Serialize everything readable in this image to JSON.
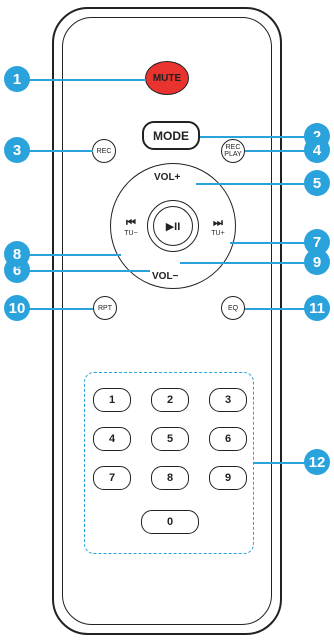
{
  "buttons": {
    "mute": "MUTE",
    "mode": "MODE",
    "rec": "REC",
    "rec_play_line1": "REC",
    "rec_play_line2": "PLAY",
    "vol_up": "VOL+",
    "vol_down": "VOL−",
    "prev_icon": "⏮",
    "prev_sub": "TU−",
    "next_icon": "⏭",
    "next_sub": "TU+",
    "play_pause_icon": "▶II",
    "rpt": "RPT",
    "eq": "EQ"
  },
  "keypad": [
    "1",
    "2",
    "3",
    "4",
    "5",
    "6",
    "7",
    "8",
    "9",
    "0"
  ],
  "callouts": [
    "1",
    "2",
    "3",
    "4",
    "5",
    "6",
    "7",
    "8",
    "9",
    "10",
    "11",
    "12"
  ],
  "colors": {
    "callout": "#2aa3dc",
    "mute": "#e8332f",
    "outline": "#222222"
  }
}
